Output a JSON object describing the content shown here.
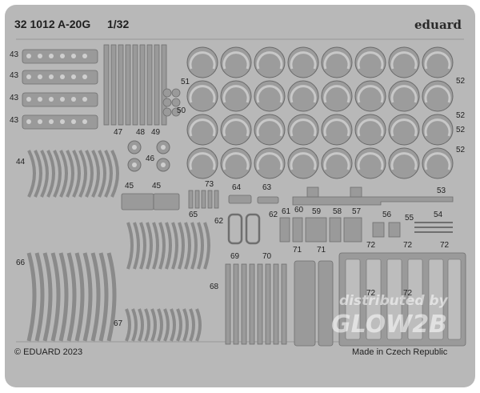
{
  "sheet": {
    "title": "32 1012 A-20G",
    "scale": "1/32",
    "brand": "eduard",
    "copyright": "© EDUARD 2023",
    "origin": "Made in Czech Republic",
    "watermark_line1": "distributed by",
    "watermark_line2": "GLOW2B"
  },
  "part_labels": {
    "p43a": "43",
    "p43b": "43",
    "p43c": "43",
    "p43d": "43",
    "p44": "44",
    "p45a": "45",
    "p45b": "45",
    "p46": "46",
    "p47": "47",
    "p48": "48",
    "p49": "49",
    "p50": "50",
    "p51": "51",
    "p52a": "52",
    "p52b": "52",
    "p52c": "52",
    "p52d": "52",
    "p53": "53",
    "p54": "54",
    "p55": "55",
    "p56": "56",
    "p57": "57",
    "p58": "58",
    "p59": "59",
    "p60": "60",
    "p61": "61",
    "p62a": "62",
    "p62b": "62",
    "p63": "63",
    "p64": "64",
    "p65": "65",
    "p66": "66",
    "p67": "67",
    "p68": "68",
    "p69": "69",
    "p70": "70",
    "p71a": "71",
    "p71b": "71",
    "p72a": "72",
    "p72b": "72",
    "p72c": "72",
    "p72d": "72",
    "p72e": "72",
    "p73": "73"
  },
  "colors": {
    "sheet": "#b8b8b8",
    "part": "#9a9a9a",
    "part_edge": "#6f6f6f",
    "highlight": "#d6d6d6"
  }
}
